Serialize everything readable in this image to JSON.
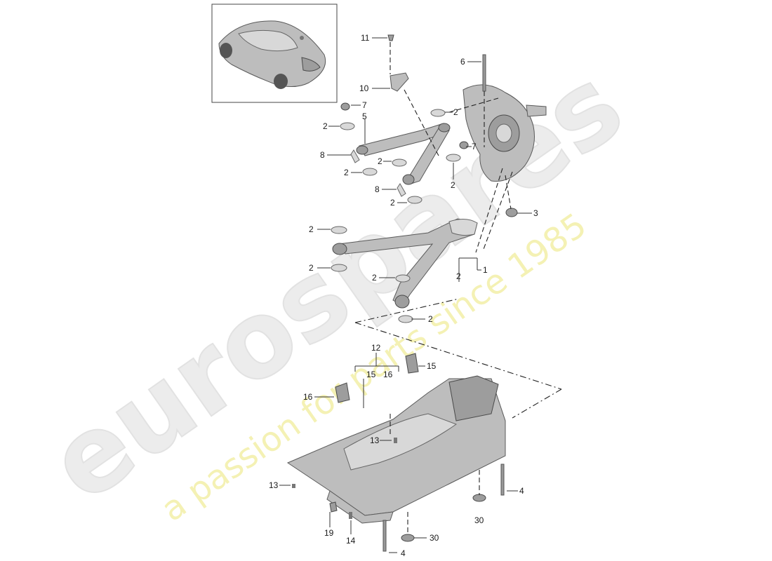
{
  "watermark": {
    "brand": "eurospares",
    "tagline": "a passion for parts since 1985"
  },
  "callouts": {
    "c11": "11",
    "c6": "6",
    "c10": "10",
    "c7a": "7",
    "c2a": "2",
    "c2b": "2",
    "c5": "5",
    "c7b": "7",
    "c8a": "8",
    "c2c": "2",
    "c2d": "2",
    "c2e": "2",
    "c8b": "8",
    "c2f": "2",
    "c3": "3",
    "c2g": "2",
    "c2h": "2",
    "c2i": "2",
    "c2j": "2",
    "c2k": "2",
    "c1": "1",
    "c12": "12",
    "c15a": "15",
    "c16a": "16",
    "c15b": "15",
    "c16b": "16",
    "c13a": "13",
    "c13b": "13",
    "c4a": "4",
    "c30a": "30",
    "c19": "19",
    "c14": "14",
    "c30b": "30",
    "c4b": "4"
  },
  "colors": {
    "part": "#bdbdbd",
    "watermark_brand": "#e6e6e6",
    "watermark_tagline": "#f3efaa"
  }
}
